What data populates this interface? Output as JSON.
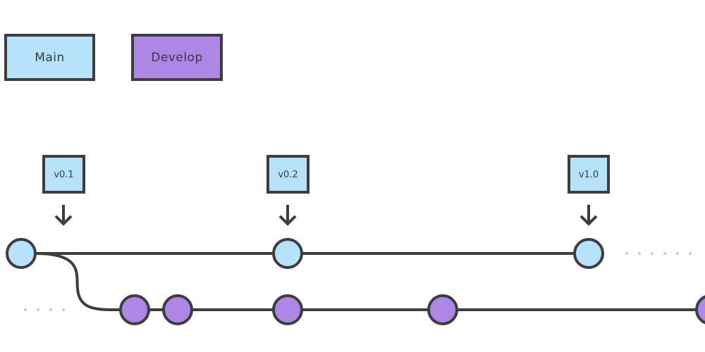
{
  "legend": {
    "main_label": "Main",
    "develop_label": "Develop"
  },
  "colors": {
    "main": "#b6e3fb",
    "develop": "#ad86e6",
    "stroke": "#3d3d3d",
    "dots": "#cfcfcf"
  },
  "tags": [
    "v0.1",
    "v0.2",
    "v1.0"
  ]
}
